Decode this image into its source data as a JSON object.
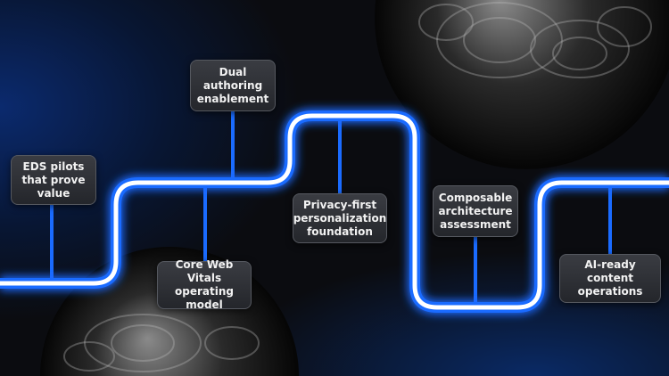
{
  "milestones": [
    {
      "label": "EDS pilots that prove value"
    },
    {
      "label": "Dual authoring enablement"
    },
    {
      "label": "Core Web Vitals operating model"
    },
    {
      "label": "Privacy-first personalization foundation"
    },
    {
      "label": "Composable architecture assessment"
    },
    {
      "label": "AI-ready content operations"
    }
  ],
  "colors": {
    "line": "#1a6bff",
    "core": "#ffffff",
    "background": "#0b0c10"
  }
}
